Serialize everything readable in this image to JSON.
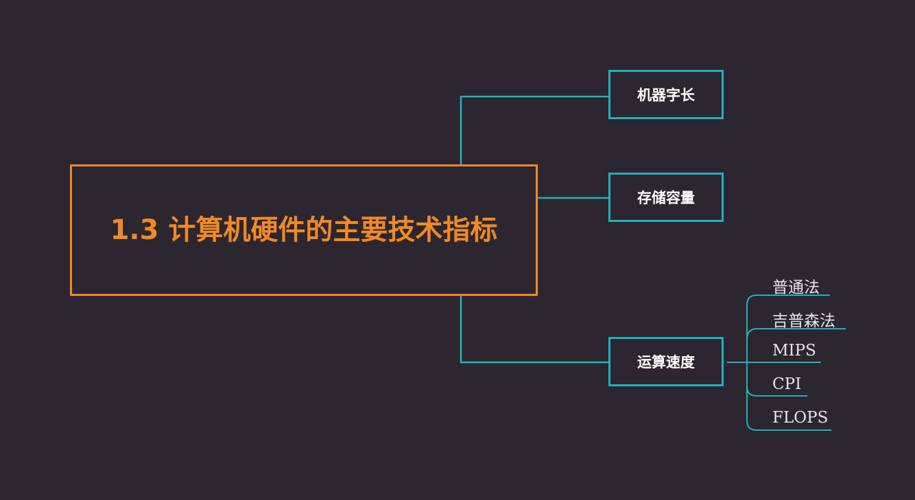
{
  "central": {
    "title": "1.3 计算机硬件的主要技术指标"
  },
  "branches": [
    {
      "label": "机器字长"
    },
    {
      "label": "存储容量"
    },
    {
      "label": "运算速度",
      "children": [
        "普通法",
        "吉普森法",
        "MIPS",
        "CPI",
        "FLOPS"
      ]
    }
  ],
  "colors": {
    "background": "#2c2630",
    "central": "#f08a24",
    "connector": "#1fb3b8",
    "text": "#ffffff"
  }
}
